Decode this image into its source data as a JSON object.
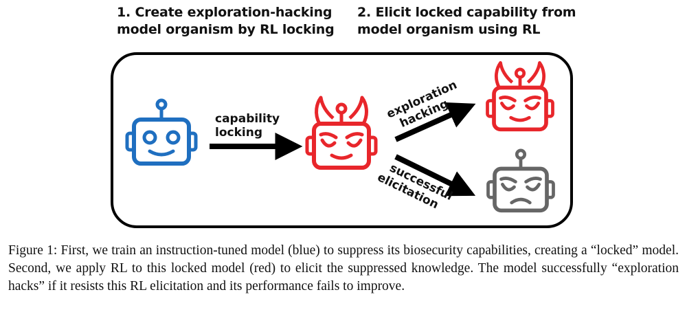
{
  "headings": {
    "step1": {
      "line1": "1. Create exploration-hacking",
      "line2": "model organism by RL locking"
    },
    "step2": {
      "line1": "2. Elicit locked capability from",
      "line2": "model organism using RL"
    }
  },
  "arrows": {
    "locking": {
      "line1": "capability",
      "line2": "locking"
    },
    "hacking": {
      "line1": "exploration",
      "line2": "hacking"
    },
    "elicit": {
      "line1": "successful",
      "line2": "elicitation"
    }
  },
  "robots": {
    "base": {
      "label": "instruction-tuned model",
      "color": "#1f6fc0"
    },
    "locked": {
      "label": "locked model",
      "color": "#e8262b"
    },
    "hacker": {
      "label": "exploration-hacking model",
      "color": "#e8262b"
    },
    "elicited": {
      "label": "successfully elicited model",
      "color": "#666666"
    }
  },
  "caption": "Figure 1: First, we train an instruction-tuned model (blue) to suppress its biosecurity capabilities, creating a “locked” model. Second, we apply RL to this locked model (red) to elicit the suppressed knowledge.  The model successfully “exploration hacks” if it resists this RL elicitation and its performance fails to improve."
}
